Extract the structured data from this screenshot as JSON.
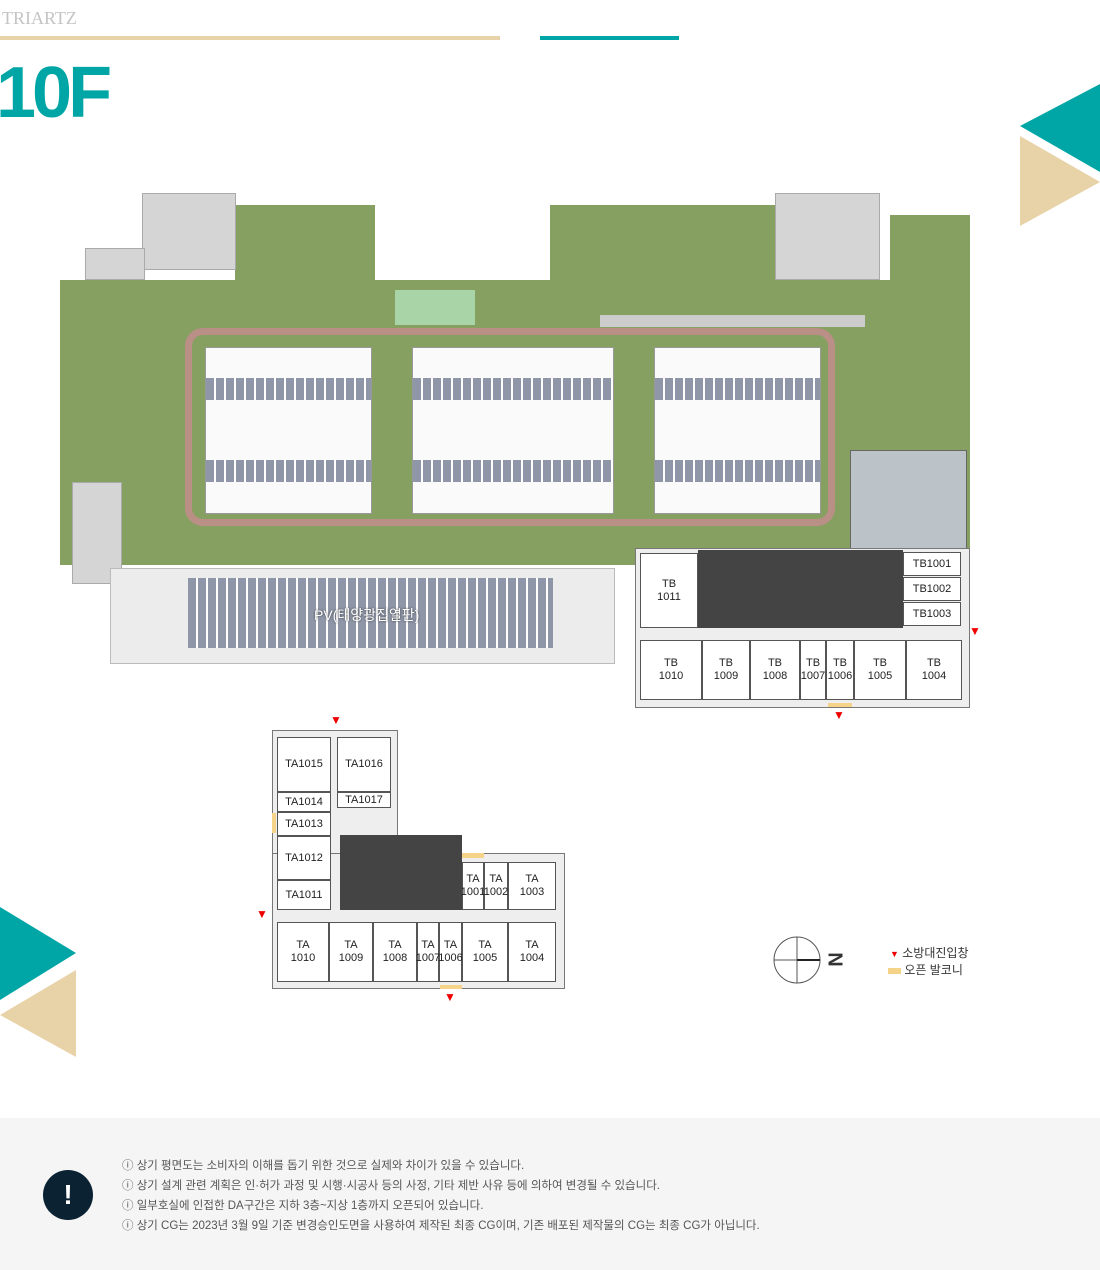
{
  "brand": "TRIARTZ",
  "floor": "10F",
  "pv_label": "PV(태양광집열판)",
  "tb_units": {
    "tb1011": "TB\n1011",
    "tb1001": "TB1001",
    "tb1002": "TB1002",
    "tb1003": "TB1003",
    "tb1010": "TB\n1010",
    "tb1009": "TB\n1009",
    "tb1008": "TB\n1008",
    "tb1007": "TB\n1007",
    "tb1006": "TB\n1006",
    "tb1005": "TB\n1005",
    "tb1004": "TB\n1004"
  },
  "ta_units": {
    "ta1015": "TA1015",
    "ta1016": "TA1016",
    "ta1014": "TA1014",
    "ta1017": "TA1017",
    "ta1013": "TA1013",
    "ta1012": "TA1012",
    "ta1011": "TA1011",
    "ta1001": "TA\n1001",
    "ta1002": "TA\n1002",
    "ta1003": "TA\n1003",
    "ta1010": "TA\n1010",
    "ta1009": "TA\n1009",
    "ta1008": "TA\n1008",
    "ta1007": "TA\n1007",
    "ta1006": "TA\n1006",
    "ta1005": "TA\n1005",
    "ta1004": "TA\n1004"
  },
  "compass": "N",
  "legend": {
    "fire": "소방대진입창",
    "balcony": "오픈 발코니",
    "fire_color": "#e00000",
    "balcony_color": "#f5d48a"
  },
  "notes": [
    "ⓘ 상기 평면도는 소비자의 이해를 돕기 위한 것으로 실제와 차이가 있을 수 있습니다.",
    "ⓘ 상기 설계 관련 계획은 인·허가 과정 및 시행·시공사 등의 사정, 기타 제반 사유 등에 의하여 변경될 수 있습니다.",
    "ⓘ 일부호실에 인접한 DA구간은 지하 3층~지상 1층까지 오픈되어 있습니다.",
    "ⓘ 상기 CG는 2023년 3월 9일 기준 변경승인도면을 사용하여 제작된 최종 CG이며, 기존 배포된 제작물의 CG는 최종 CG가 아닙니다."
  ],
  "colors": {
    "accent": "#00a6a6",
    "beige": "#e8d3a8"
  }
}
